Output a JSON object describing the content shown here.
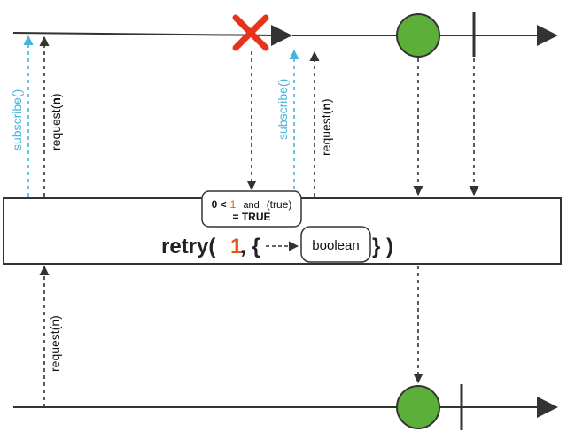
{
  "upstream": {
    "subscribe_label_1": "subscribe()",
    "request_label_1_prefix": "request(",
    "request_label_1_arg": "n",
    "request_label_1_suffix": ")",
    "subscribe_label_2": "subscribe()",
    "request_label_2_prefix": "request(",
    "request_label_2_arg": "n",
    "request_label_2_suffix": ")"
  },
  "operator": {
    "condition_line1_a": "0 <",
    "condition_line1_b": "1",
    "condition_line1_c": "and",
    "condition_line1_d": "(true)",
    "condition_line2": "= TRUE",
    "name": "retry(",
    "count": "1",
    "after_count": ", {",
    "predicate_box": "boolean",
    "close": "} )"
  },
  "downstream": {
    "request_label": "request(n)"
  },
  "colors": {
    "line": "#333333",
    "subscribe": "#45b4df",
    "emission": "#5cb03a",
    "error": "#e8331c",
    "count": "#e8541c"
  }
}
